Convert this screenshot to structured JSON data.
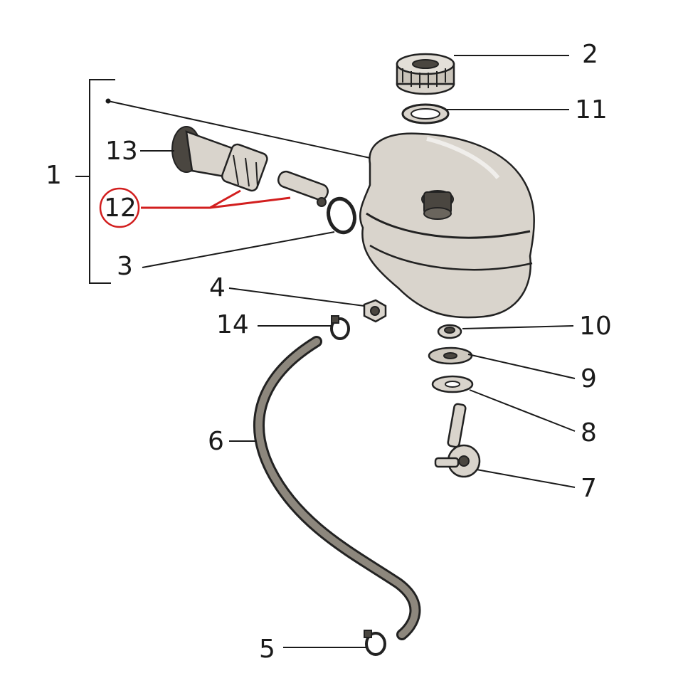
{
  "diagram": {
    "highlight_color": "#d21e1e",
    "callouts": [
      {
        "id": "1",
        "text": "1"
      },
      {
        "id": "2",
        "text": "2"
      },
      {
        "id": "3",
        "text": "3"
      },
      {
        "id": "4",
        "text": "4"
      },
      {
        "id": "5",
        "text": "5"
      },
      {
        "id": "6",
        "text": "6"
      },
      {
        "id": "7",
        "text": "7"
      },
      {
        "id": "8",
        "text": "8"
      },
      {
        "id": "9",
        "text": "9"
      },
      {
        "id": "10",
        "text": "10"
      },
      {
        "id": "11",
        "text": "11"
      },
      {
        "id": "12",
        "text": "12",
        "highlighted": true
      },
      {
        "id": "13",
        "text": "13"
      },
      {
        "id": "14",
        "text": "14"
      }
    ]
  }
}
